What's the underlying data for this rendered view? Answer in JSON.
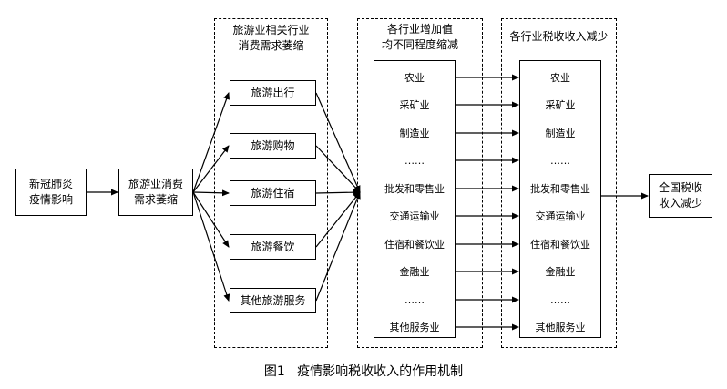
{
  "nodes": {
    "covid": "新冠肺炎\n疫情影响",
    "tourism_demand": "旅游业消费\n需求萎缩",
    "national_tax": "全国税收\n收入减少"
  },
  "groups": {
    "related_industries": {
      "title": "旅游业相关行业\n消费需求萎缩",
      "items": [
        "旅游出行",
        "旅游购物",
        "旅游住宿",
        "旅游餐饮",
        "其他旅游服务"
      ]
    },
    "value_added": {
      "title": "各行业增加值\n均不同程度缩减",
      "items": [
        "农业",
        "采矿业",
        "制造业",
        "……",
        "批发和零售业",
        "交通运输业",
        "住宿和餐饮业",
        "金融业",
        "……",
        "其他服务业"
      ]
    },
    "tax_revenue": {
      "title": "各行业税收收入减少",
      "items": [
        "农业",
        "采矿业",
        "制造业",
        "……",
        "批发和零售业",
        "交通运输业",
        "住宿和餐饮业",
        "金融业",
        "……",
        "其他服务业"
      ]
    }
  },
  "caption": {
    "number": "图1",
    "text": "疫情影响税收收入的作用机制"
  }
}
